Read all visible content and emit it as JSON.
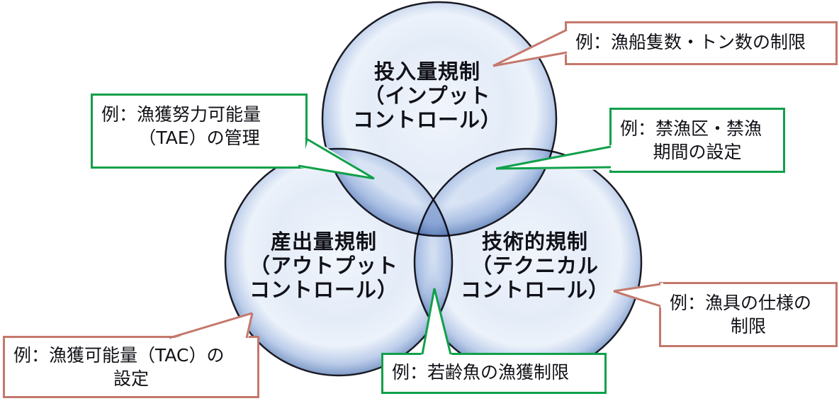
{
  "diagram_type": "venn-3-circles",
  "colors": {
    "callout_red": "#c4786c",
    "callout_green": "#10a04a",
    "circle_stroke": "#1b1b24",
    "circle_fill_center": "#f0f4fb",
    "circle_fill_edge": "#7f9bc7",
    "text": "#111118"
  },
  "venn": {
    "circles": [
      {
        "id": "input-control",
        "lines": [
          "投入量規制",
          "（インプット",
          "コントロール）"
        ]
      },
      {
        "id": "output-control",
        "lines": [
          "産出量規制",
          "（アウトプット",
          "コントロール）"
        ]
      },
      {
        "id": "technical-control",
        "lines": [
          "技術的規制",
          "（テクニカル",
          "コントロール）"
        ]
      }
    ]
  },
  "callouts": {
    "vessel_limit": {
      "color": "red",
      "lines": [
        "例：漁船隻数・トン数の制限"
      ]
    },
    "tae": {
      "color": "green",
      "lines": [
        "例：漁獲努力可能量",
        "（TAE）の管理"
      ]
    },
    "closed_area": {
      "color": "green",
      "lines": [
        "例：禁漁区・禁漁",
        "期間の設定"
      ]
    },
    "gear_spec": {
      "color": "red",
      "lines": [
        "例：漁具の仕様の",
        "制限"
      ]
    },
    "tac": {
      "color": "red",
      "lines": [
        "例：漁獲可能量（TAC）の",
        "設定"
      ]
    },
    "juvenile_limit": {
      "color": "green",
      "lines": [
        "例：若齢魚の漁獲制限"
      ]
    }
  }
}
